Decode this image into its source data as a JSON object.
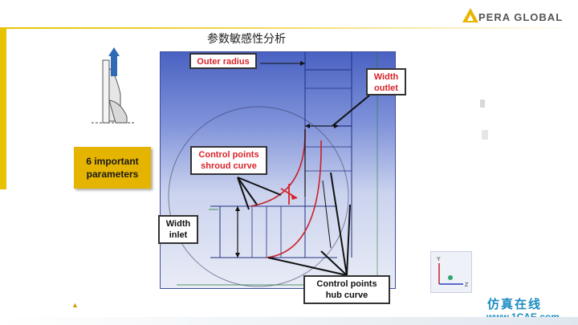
{
  "header": {
    "logo_text": "PERA GLOBAL"
  },
  "slide": {
    "title": "参数敏感性分析",
    "parameters_box": "6 important parameters"
  },
  "callouts": {
    "outer_radius": "Outer radius",
    "width_outlet": "Width outlet",
    "control_shroud": "Control points shroud curve",
    "width_inlet": "Width inlet",
    "control_hub": "Control points hub curve"
  },
  "watermark": {
    "cn": "仿真在线",
    "url": "www.1CAE.com"
  },
  "colors": {
    "accent": "#e6c200",
    "callout_red": "#d8232a",
    "drawing_blue": "#4a62c2"
  }
}
